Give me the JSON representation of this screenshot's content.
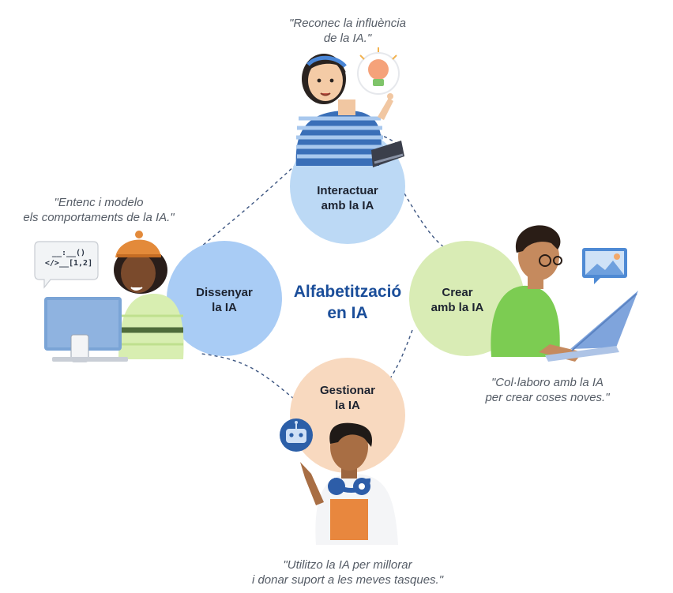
{
  "center": {
    "line1": "Alfabetització",
    "line2": "en IA"
  },
  "nodes": {
    "top": {
      "line1": "Interactuar",
      "line2": "amb la IA",
      "quote1": "\"Reconec la influència",
      "quote2": "de la IA.\"",
      "color": "#bcd9f5"
    },
    "left": {
      "line1": "Dissenyar",
      "line2": "la IA",
      "quote1": "\"Entenc i modelo",
      "quote2": "els comportaments de la IA.\"",
      "color": "#a9ccf5"
    },
    "right": {
      "line1": "Crear",
      "line2": "amb la IA",
      "quote1": "\"Col·laboro amb la IA",
      "quote2": "per crear coses noves.\"",
      "color": "#d9ecb5"
    },
    "bottom": {
      "line1": "Gestionar",
      "line2": "la IA",
      "quote1": "\"Utilitzo la IA per millorar",
      "quote2": "i donar suport a les meves tasques.\"",
      "color": "#f8d9bf"
    }
  },
  "code_bubble": {
    "line1": "__:__()",
    "line2": "</>__[1,2]"
  },
  "icons": {
    "top": "lightbulb-icon",
    "right": "image-icon",
    "bottom": "robot-icon",
    "left": "code-bubble-icon"
  }
}
